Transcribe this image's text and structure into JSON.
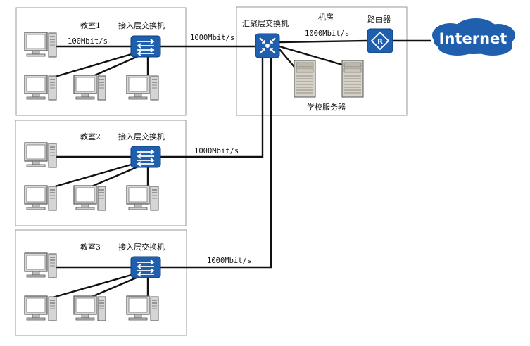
{
  "classrooms": [
    {
      "name": "教室1",
      "switch_label": "接入层交换机",
      "pc_link_speed": "100Mbit/s",
      "uplink_speed": "1000Mbit/s"
    },
    {
      "name": "教室2",
      "switch_label": "接入层交换机",
      "uplink_speed": "1000Mbit/s"
    },
    {
      "name": "教室3",
      "switch_label": "接入层交换机",
      "uplink_speed": "1000Mbit/s"
    }
  ],
  "machine_room": {
    "title": "机房",
    "core_switch_label": "汇聚层交换机",
    "router_label": "路由器",
    "router_link_speed": "1000Mbit/s",
    "servers_label": "学校服务器"
  },
  "internet": {
    "label": "Internet"
  },
  "colors": {
    "device_blue": "#1f5fae",
    "cloud_blue": "#1f5fae",
    "frame": "#9a9a9a"
  },
  "icons": {
    "access_switch": "switch-icon",
    "core_switch": "core-switch-icon",
    "router": "router-icon",
    "pc": "pc-icon",
    "server": "server-icon",
    "cloud": "cloud-icon"
  }
}
